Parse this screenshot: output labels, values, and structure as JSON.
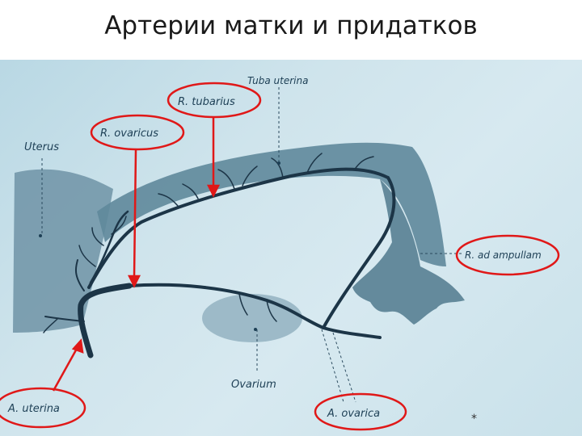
{
  "title": "Артерии матки и придатков",
  "labels": {
    "tuba_uterina": "Tuba uterina",
    "r_tubarius": "R. tubarius",
    "r_ovaricus": "R. ovaricus",
    "uterus": "Uterus",
    "r_ad_ampullam": "R. ad ampullam",
    "ovarium": "Ovarium",
    "a_uterina": "A. uterina",
    "a_ovarica": "A. ovarica"
  },
  "footnote": "*",
  "colors": {
    "artery": "#1c3547",
    "tissue": "#587f92",
    "highlight": "#e01818",
    "background": "#c6e0ea"
  }
}
